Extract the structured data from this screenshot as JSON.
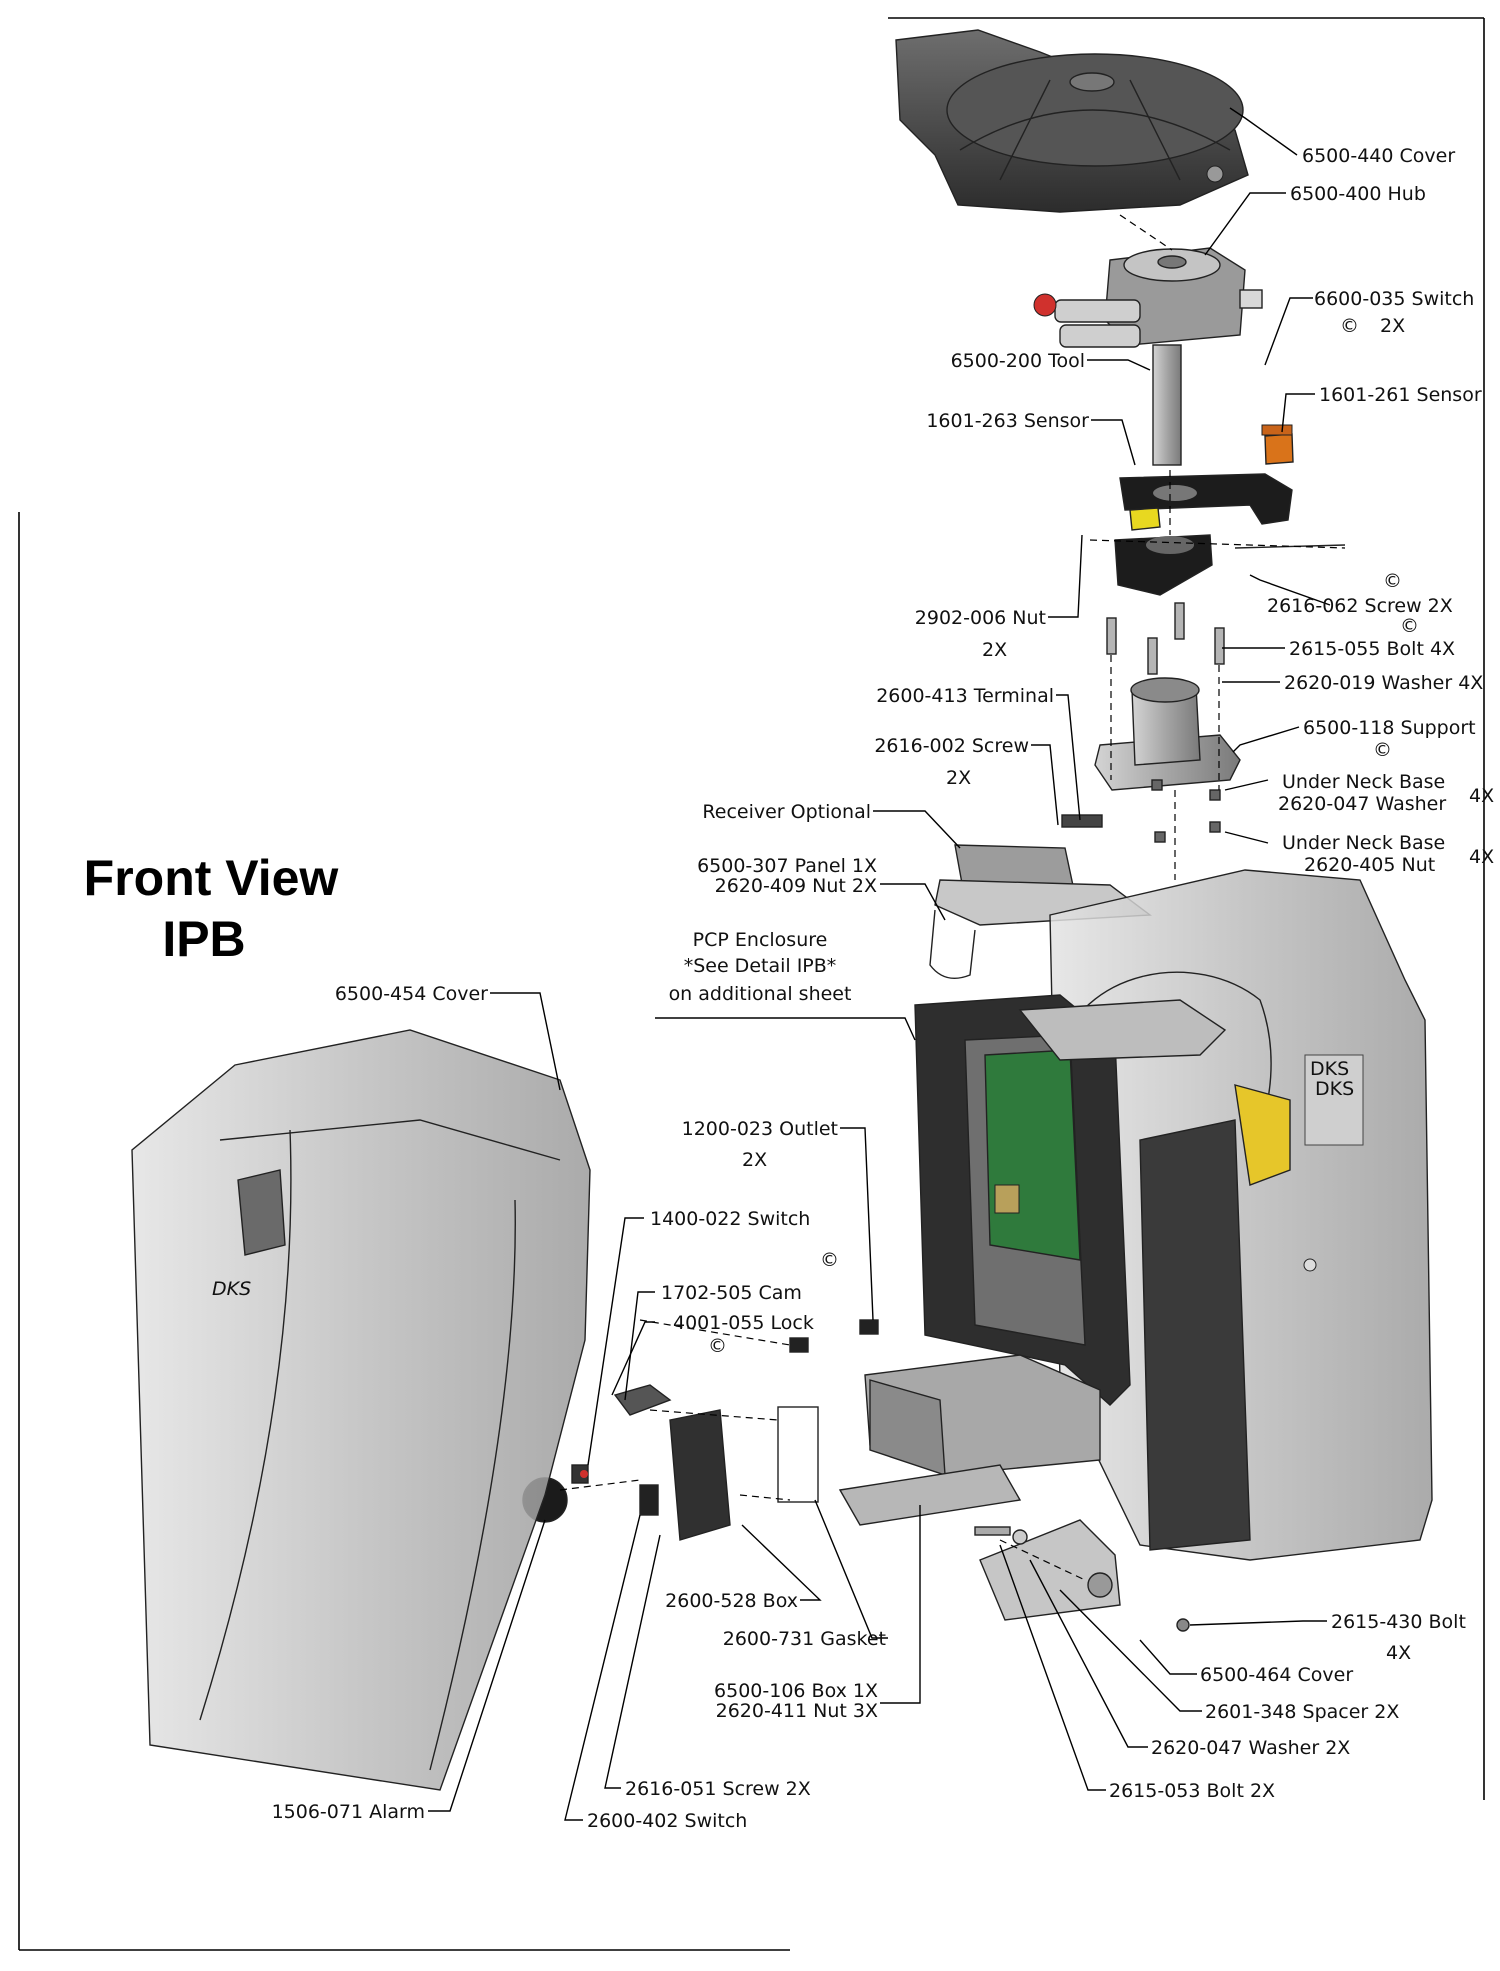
{
  "view_title": [
    "Front View",
    "IPB"
  ],
  "callouts": {
    "c_440_cover": "6500-440 Cover",
    "c_400_hub": "6500-400 Hub",
    "c_035_switch": "6600-035 Switch",
    "c_035_qty": "2X",
    "c_200_tool": "6500-200 Tool",
    "c_261_sensor": "1601-261 Sensor",
    "c_263_sensor": "1601-263 Sensor",
    "c_062_screw": "2616-062 Screw  2X",
    "c_006_nut": "2902-006 Nut",
    "c_006_qty": "2X",
    "c_055_bolt": "2615-055 Bolt  4X",
    "c_019_washer": "2620-019 Washer  4X",
    "c_413_terminal": "2600-413 Terminal",
    "c_118_support": "6500-118 Support",
    "c_002_screw": "2616-002 Screw",
    "c_002_qty": "2X",
    "c_unb1_line1": "Under Neck Base",
    "c_unb1_line2": "2620-047 Washer",
    "c_unb1_qty": "4X",
    "c_receiver": "Receiver Optional",
    "c_unb2_line1": "Under Neck Base",
    "c_unb2_line2": "2620-405 Nut",
    "c_unb2_qty": "4X",
    "c_307_line1": "6500-307 Panel  1X",
    "c_307_line2": "2620-409 Nut  2X",
    "c_pcp_line1": "PCP Enclosure",
    "c_pcp_line2": "*See Detail IPB*",
    "c_pcp_line3": "on additional sheet",
    "c_454_cover": "6500-454 Cover",
    "c_023_outlet": "1200-023 Outlet",
    "c_023_qty": "2X",
    "c_022_switch": "1400-022 Switch",
    "c_505_cam": "1702-505 Cam",
    "c_055_lock": "4001-055 Lock",
    "c_528_box": "2600-528 Box",
    "c_731_gasket": "2600-731 Gasket",
    "c_430_bolt": "2615-430 Bolt",
    "c_430_qty": "4X",
    "c_464_cover": "6500-464 Cover",
    "c_106_line1": "6500-106 Box  1X",
    "c_106_line2": "2620-411 Nut  3X",
    "c_348_spacer": "2601-348 Spacer  2X",
    "c_047_washer": "2620-047 Washer  2X",
    "c_051_screw": "2616-051 Screw  2X",
    "c_053_bolt": "2615-053 Bolt  2X",
    "c_071_alarm": "1506-071 Alarm",
    "c_402_switch": "2600-402 Switch"
  },
  "marks": {
    "common_symbol": "©",
    "housing_logo": "DKS",
    "pcp_logo": "DKS"
  },
  "colors": {
    "red_fitting": "#d0312d",
    "orange_sensor": "#d9731a",
    "yellow_sensor": "#e8d820",
    "yellow_motor": "#e6c62a",
    "blue_wheel": "#2433a8",
    "green_board": "#2f7a3c",
    "purple_gasket": "#6b3a6e"
  }
}
